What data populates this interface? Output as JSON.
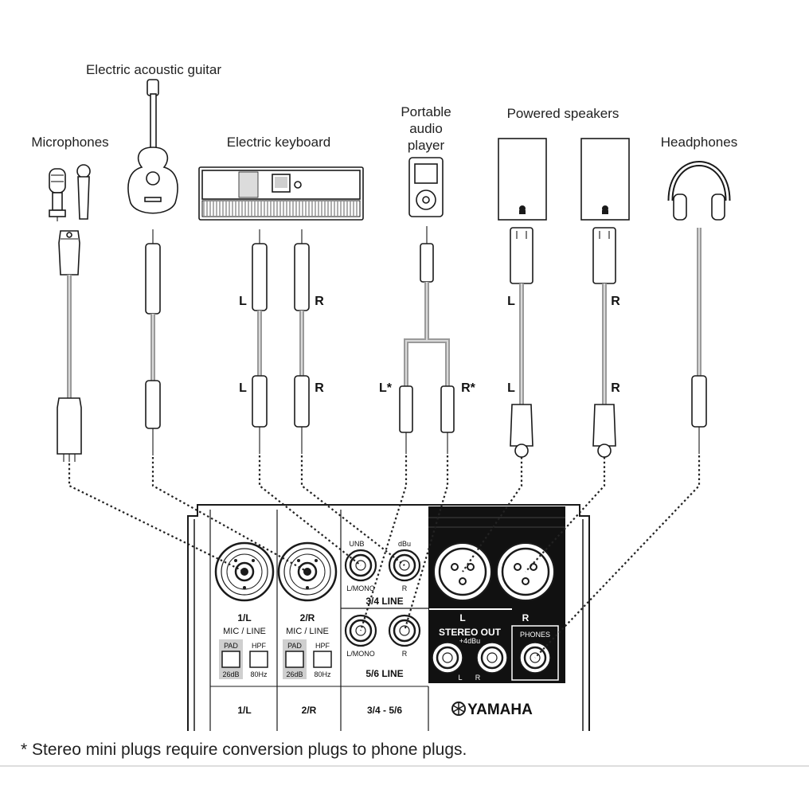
{
  "devices": {
    "guitar": "Electric acoustic guitar",
    "microphones": "Microphones",
    "keyboard": "Electric keyboard",
    "audio_player_line1": "Portable",
    "audio_player_line2": "audio",
    "audio_player_line3": "player",
    "speakers": "Powered speakers",
    "headphones": "Headphones"
  },
  "cable_labels": {
    "kb_top_l": "L",
    "kb_top_r": "R",
    "kb_bot_l": "L",
    "kb_bot_r": "R",
    "player_l": "L*",
    "player_r": "R*",
    "spk_top_l": "L",
    "spk_top_r": "R",
    "spk_bot_l": "L",
    "spk_bot_r": "R"
  },
  "mixer": {
    "ch1_name": "1/L",
    "ch2_name": "2/R",
    "mic_line": "MIC / LINE",
    "pad": "PAD",
    "pad_value": "26dB",
    "hpf": "HPF",
    "hpf_value": "80Hz",
    "ch1_bottom": "1/L",
    "ch2_bottom": "2/R",
    "unbal_left": "UNB",
    "unbal_right": "dBu",
    "l_mono": "L/MONO",
    "r": "R",
    "line34": "3/4  LINE",
    "line56": "5/6  LINE",
    "ch3456_bottom": "3/4 - 5/6",
    "out_l": "L",
    "out_r": "R",
    "stereo_out": "STEREO  OUT",
    "stereo_out_level": "+4dBu",
    "phones": "PHONES",
    "brand": "YAMAHA"
  },
  "footnote": "* Stereo mini plugs require conversion plugs to phone plugs."
}
